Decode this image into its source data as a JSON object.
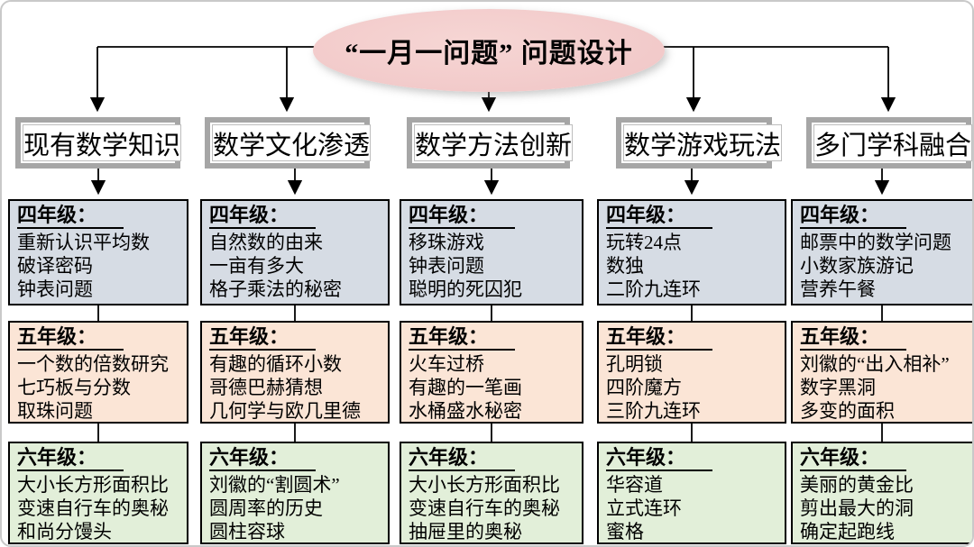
{
  "title": "“一月一问题” 问题设计",
  "columns": [
    {
      "header": "现有数学知识",
      "grades": [
        {
          "label": "四年级：",
          "items": [
            "重新认识平均数",
            "破译密码",
            "钟表问题"
          ]
        },
        {
          "label": "五年级：",
          "items": [
            "一个数的倍数研究",
            "七巧板与分数",
            "取珠问题"
          ]
        },
        {
          "label": "六年级：",
          "items": [
            "大小长方形面积比",
            "变速自行车的奥秘",
            "和尚分馒头"
          ]
        }
      ]
    },
    {
      "header": "数学文化渗透",
      "grades": [
        {
          "label": "四年级：",
          "items": [
            "自然数的由来",
            "一亩有多大",
            "格子乘法的秘密"
          ]
        },
        {
          "label": "五年级：",
          "items": [
            "有趣的循环小数",
            "哥德巴赫猜想",
            "几何学与欧几里德"
          ]
        },
        {
          "label": "六年级：",
          "items": [
            "刘徽的“割圆术”",
            "圆周率的历史",
            "圆柱容球"
          ]
        }
      ]
    },
    {
      "header": "数学方法创新",
      "grades": [
        {
          "label": "四年级：",
          "items": [
            "移珠游戏",
            "钟表问题",
            "聪明的死囚犯"
          ]
        },
        {
          "label": "五年级：",
          "items": [
            "火车过桥",
            "有趣的一笔画",
            "水桶盛水秘密"
          ]
        },
        {
          "label": "六年级：",
          "items": [
            "大小长方形面积比",
            "变速自行车的奥秘",
            "抽屉里的奥秘"
          ]
        }
      ]
    },
    {
      "header": "数学游戏玩法",
      "grades": [
        {
          "label": "四年级：",
          "items": [
            "玩转24点",
            "数独",
            "二阶九连环"
          ]
        },
        {
          "label": "五年级：",
          "items": [
            "孔明锁",
            "四阶魔方",
            "三阶九连环"
          ]
        },
        {
          "label": "六年级：",
          "items": [
            "华容道",
            "立式连环",
            "蜜格"
          ]
        }
      ]
    },
    {
      "header": "多门学科融合",
      "grades": [
        {
          "label": "四年级：",
          "items": [
            "邮票中的数学问题",
            "小数家族游记",
            "营养午餐"
          ]
        },
        {
          "label": "五年级：",
          "items": [
            "刘徽的“出入相补”",
            "数字黑洞",
            "多变的面积"
          ]
        },
        {
          "label": "六年级：",
          "items": [
            "美丽的黄金比",
            "剪出最大的洞",
            "确定起跑线"
          ]
        }
      ]
    }
  ],
  "colors": {
    "ellipse_fill": "#f2caca",
    "grade4_fill": "#d6dce4",
    "grade5_fill": "#fbe5d6",
    "grade6_fill": "#e2efd9",
    "header_border": "#a6a6a6",
    "connector": "#000000"
  }
}
